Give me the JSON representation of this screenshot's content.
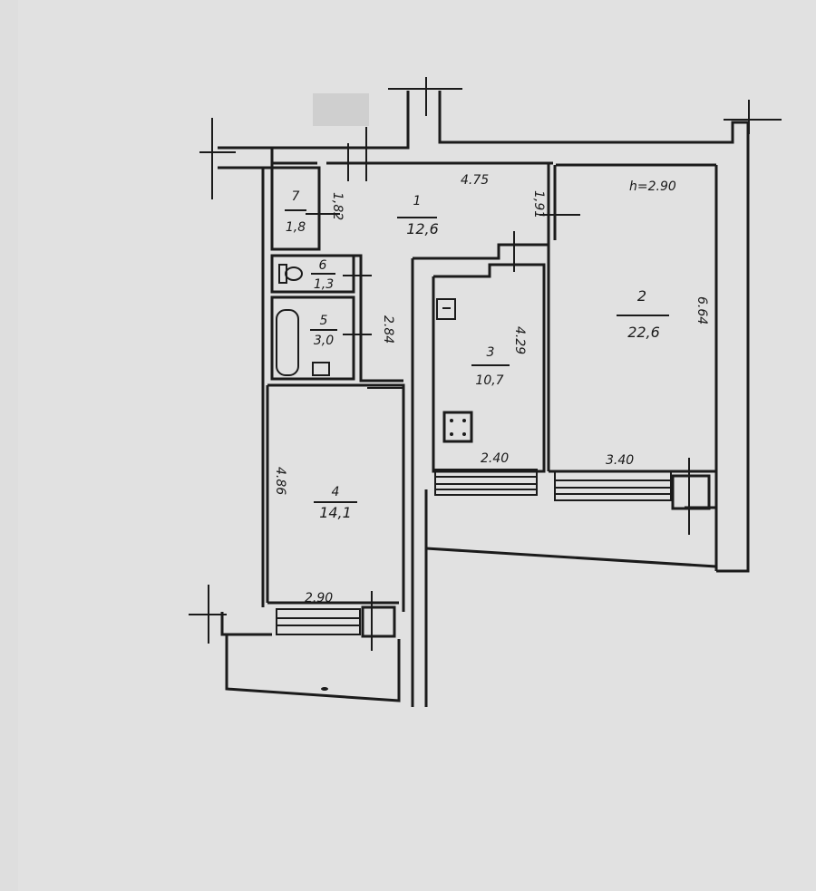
{
  "rooms": [
    {
      "id": "7",
      "number": "7",
      "area": "1,8"
    },
    {
      "id": "1",
      "number": "1",
      "area": "12,6"
    },
    {
      "id": "6",
      "number": "6",
      "area": "1,3"
    },
    {
      "id": "5",
      "number": "5",
      "area": "3,0"
    },
    {
      "id": "2",
      "number": "2",
      "area": "22,6"
    },
    {
      "id": "3",
      "number": "3",
      "area": "10,7"
    },
    {
      "id": "4",
      "number": "4",
      "area": "14,1"
    }
  ],
  "dimensions": {
    "room1_width": "4.75",
    "room1_side": "1,91",
    "room7_side": "1,82",
    "ceiling_height": "h=2.90",
    "room2_length": "6.64",
    "room2_width": "3.40",
    "room3_length": "4.29",
    "room3_width": "2.40",
    "bath_side": "2.84",
    "room4_length": "4.86",
    "room4_width": "2.90"
  },
  "colors": {
    "paper": "#dcdcdc",
    "ink": "#1b1b1b"
  }
}
